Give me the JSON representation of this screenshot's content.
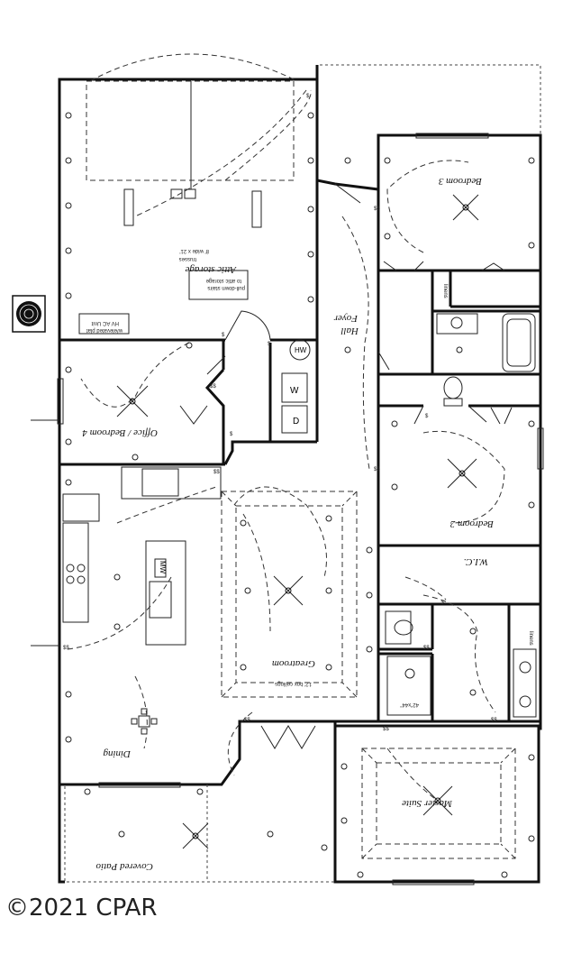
{
  "rooms": {
    "attic": "Attic storage",
    "attic_sub1": "8' wide x 21'",
    "attic_sub2": "trusses",
    "pulldown1": "pull-down stairs",
    "pulldown2": "to attic storage",
    "hvac1": "HV AC Unit",
    "hvac2": "w/elevated plat",
    "foyer": "Foyer",
    "hall": "Hall",
    "bedroom3": "Bedroom 3",
    "office": "Office / Bedroom 4",
    "bedroom2": "Bedroom 2",
    "wic": "W.I.C.",
    "greatroom": "Greatroom",
    "dining": "Dining",
    "master": "Master Suite",
    "patio": "Covered Patio",
    "linen": "linens",
    "linen2": "linens",
    "hw": "HW",
    "washer": "W",
    "dryer": "D",
    "mw": "MW",
    "ceiling": "12' box ceilings",
    "shower": "42\"x44\""
  },
  "copyright": "©2021 CPAR",
  "colors": {
    "line": "#111111",
    "background": "#ffffff"
  }
}
